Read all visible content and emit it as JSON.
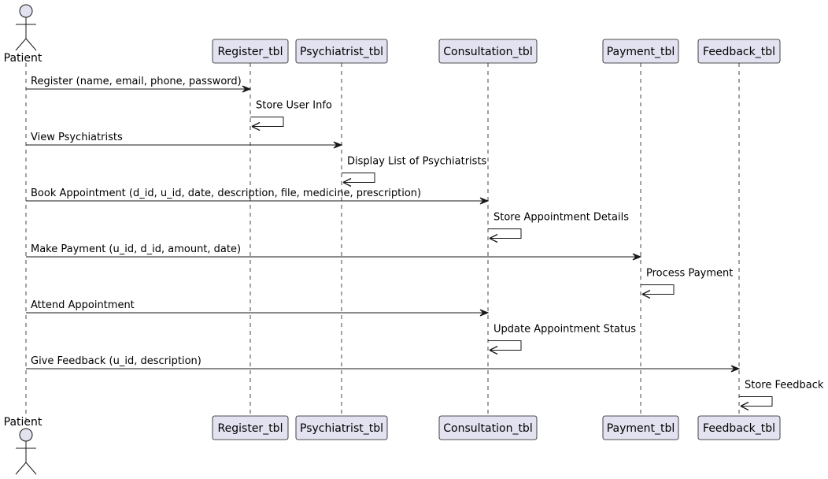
{
  "diagram": {
    "type": "sequence",
    "actor": {
      "name": "Patient"
    },
    "participants": [
      {
        "id": "register",
        "name": "Register_tbl"
      },
      {
        "id": "psychiatrist",
        "name": "Psychiatrist_tbl"
      },
      {
        "id": "consultation",
        "name": "Consultation_tbl"
      },
      {
        "id": "payment",
        "name": "Payment_tbl"
      },
      {
        "id": "feedback",
        "name": "Feedback_tbl"
      }
    ],
    "messages": [
      {
        "from": "patient",
        "to": "register",
        "label": "Register (name, email, phone, password)"
      },
      {
        "from": "register",
        "to": "register",
        "label": "Store User Info"
      },
      {
        "from": "patient",
        "to": "psychiatrist",
        "label": "View Psychiatrists"
      },
      {
        "from": "psychiatrist",
        "to": "psychiatrist",
        "label": "Display List of Psychiatrists"
      },
      {
        "from": "patient",
        "to": "consultation",
        "label": "Book Appointment (d_id, u_id, date, description, file, medicine, prescription)"
      },
      {
        "from": "consultation",
        "to": "consultation",
        "label": "Store Appointment Details"
      },
      {
        "from": "patient",
        "to": "payment",
        "label": "Make Payment (u_id, d_id, amount, date)"
      },
      {
        "from": "payment",
        "to": "payment",
        "label": "Process Payment"
      },
      {
        "from": "patient",
        "to": "consultation",
        "label": "Attend Appointment"
      },
      {
        "from": "consultation",
        "to": "consultation",
        "label": "Update Appointment Status"
      },
      {
        "from": "patient",
        "to": "feedback",
        "label": "Give Feedback (u_id, description)"
      },
      {
        "from": "feedback",
        "to": "feedback",
        "label": "Store Feedback"
      }
    ],
    "colors": {
      "box_fill": "#e2e2f0",
      "box_stroke": "#181818",
      "lifeline": "#181818",
      "arrow": "#181818"
    }
  }
}
